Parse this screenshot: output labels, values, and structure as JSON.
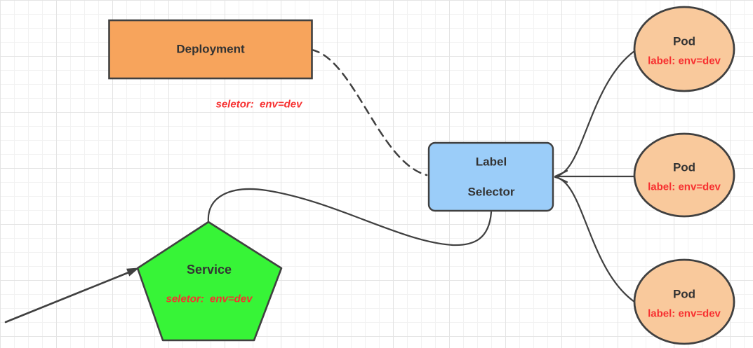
{
  "colors": {
    "stroke": "#404040",
    "text": "#333333",
    "note": "#F73030",
    "background": "#ffffff",
    "grid_minor": "#f2f2f2",
    "grid_major": "#e4e4e4"
  },
  "deployment": {
    "label": "Deployment",
    "note": "seletor:  env=dev",
    "fill": "#F7A45C"
  },
  "label_selector": {
    "line1": "Label",
    "line2": "Selector",
    "fill": "#9BCDF9"
  },
  "service": {
    "label": "Service",
    "note": "seletor:  env=dev",
    "fill": "#37F437"
  },
  "pods": [
    {
      "title": "Pod",
      "label": "label: env=dev",
      "fill": "#F9C99C"
    },
    {
      "title": "Pod",
      "label": "label: env=dev",
      "fill": "#F9C99C"
    },
    {
      "title": "Pod",
      "label": "label: env=dev",
      "fill": "#F9C99C"
    }
  ]
}
